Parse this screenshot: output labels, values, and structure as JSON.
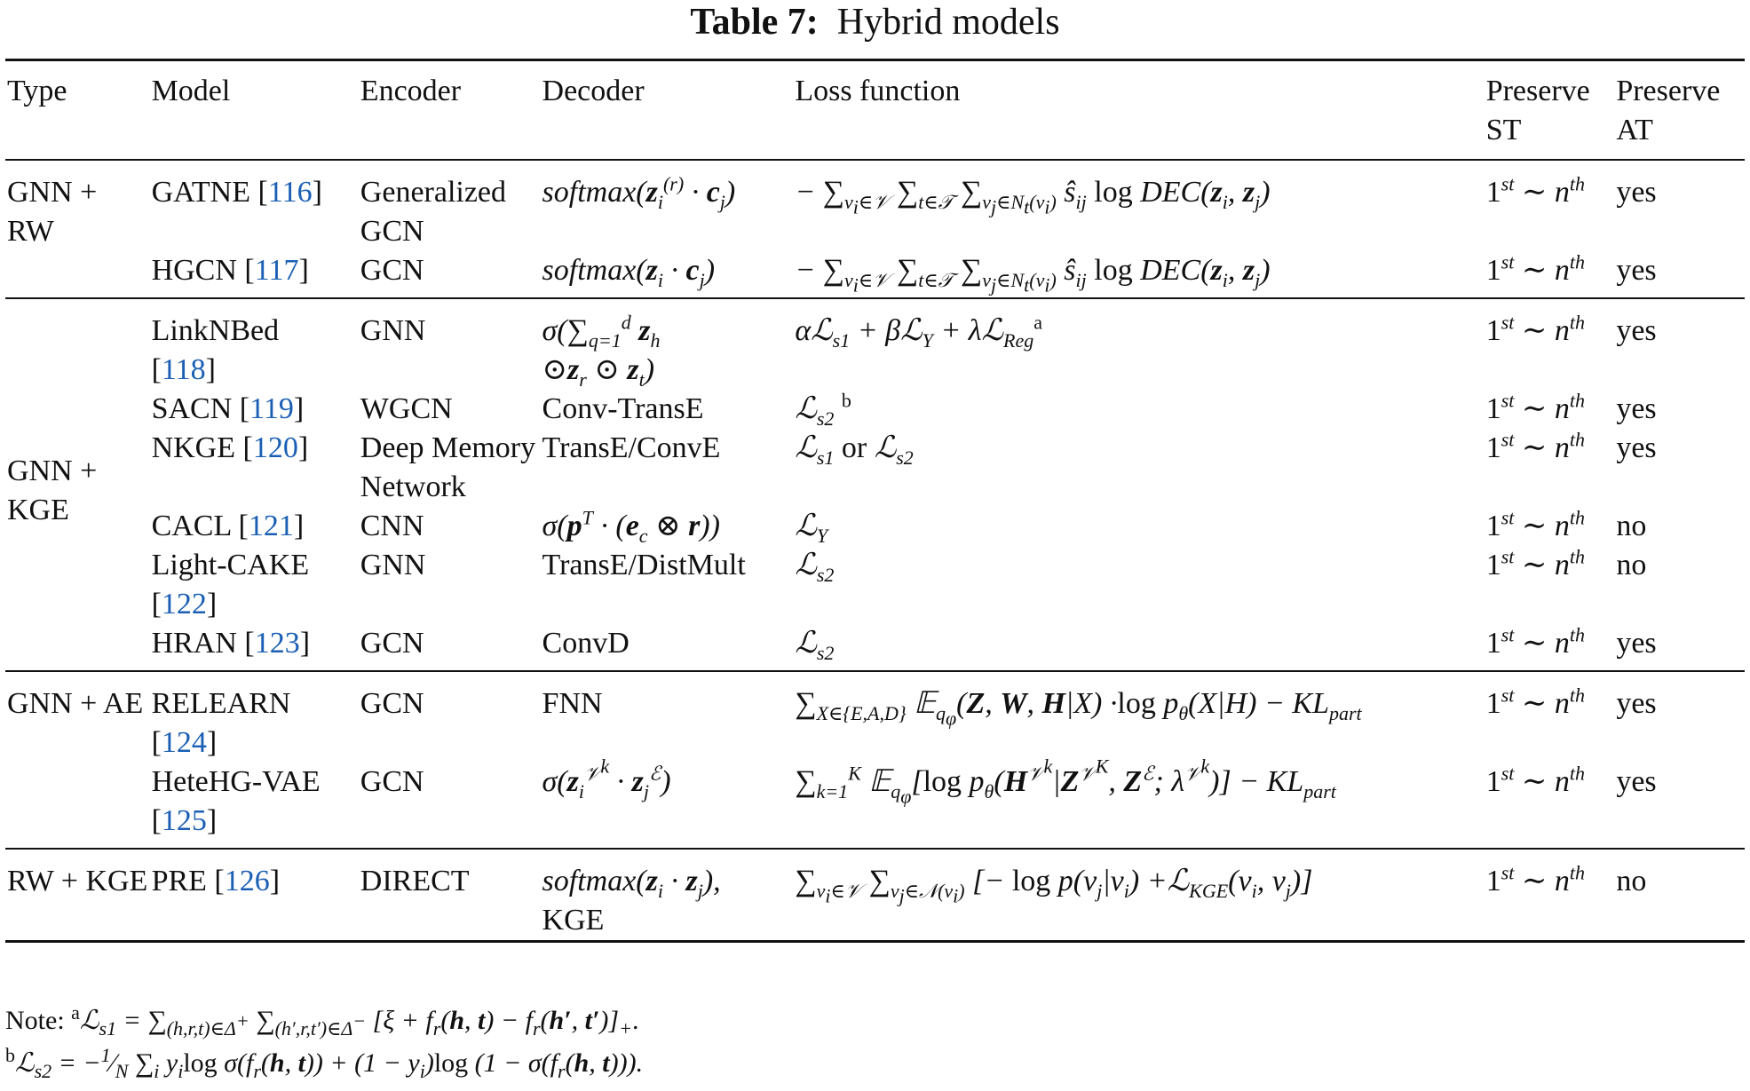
{
  "caption": {
    "label": "Table 7:",
    "title": "Hybrid models"
  },
  "columns": [
    "Type",
    "Model",
    "Encoder",
    "Decoder",
    "Loss function",
    "Preserve ST",
    "Preserve AT"
  ],
  "rows": [
    {
      "type": "GNN + RW",
      "model": "GATNE",
      "ref": "116",
      "encoder": "Generalized GCN",
      "decoder": "softmax(z_i^(r) · c_j)",
      "loss": "− Σ_{v_i∈V} Σ_{t∈T} Σ_{v_j∈N_t(v_i)} ŝ_ij log DEC(z_i, z_j)",
      "st": "1st ∼ nth",
      "at": "yes"
    },
    {
      "type": "",
      "model": "HGCN",
      "ref": "117",
      "encoder": "GCN",
      "decoder": "softmax(z_i · c_j)",
      "loss": "− Σ_{v_i∈V} Σ_{t∈T} Σ_{v_j∈N_t(v_i)} ŝ_ij log DEC(z_i, z_j)",
      "st": "1st ∼ nth",
      "at": "yes"
    },
    {
      "type": "GNN + KGE",
      "model": "LinkNBed",
      "ref": "118",
      "encoder": "GNN",
      "decoder": "σ(Σ_{q=1}^{d} z_h ⊙z_r ⊙ z_t)",
      "loss": "αL_s1 + βL_Y + λL_Reg a",
      "st": "1st ∼ nth",
      "at": "yes"
    },
    {
      "type": "",
      "model": "SACN",
      "ref": "119",
      "encoder": "WGCN",
      "decoder": "Conv-TransE",
      "loss": "L_s2 b",
      "st": "1st ∼ nth",
      "at": "yes"
    },
    {
      "type": "",
      "model": "NKGE",
      "ref": "120",
      "encoder": "Deep Memory Network",
      "decoder": "TransE/ConvE",
      "loss": "L_s1 or L_s2",
      "st": "1st ∼ nth",
      "at": "yes"
    },
    {
      "type": "",
      "model": "CACL",
      "ref": "121",
      "encoder": "CNN",
      "decoder": "σ(p^T · (e_c ⊗ r))",
      "loss": "L_Y",
      "st": "1st ∼ nth",
      "at": "no"
    },
    {
      "type": "",
      "model": "Light-CAKE",
      "ref": "122",
      "encoder": "GNN",
      "decoder": "TransE/DistMult",
      "loss": "L_s2",
      "st": "1st ∼ nth",
      "at": "no"
    },
    {
      "type": "",
      "model": "HRAN",
      "ref": "123",
      "encoder": "GCN",
      "decoder": "ConvD",
      "loss": "L_s2",
      "st": "1st ∼ nth",
      "at": "yes"
    },
    {
      "type": "GNN + AE",
      "model": "RELEARN",
      "ref": "124",
      "encoder": "GCN",
      "decoder": "FNN",
      "loss": "Σ_{X∈{E,A,D}} E_{q_φ}(Z, W, H|X) ·log p_θ(X|H) − KL_part",
      "st": "1st ∼ nth",
      "at": "yes"
    },
    {
      "type": "",
      "model": "HeteHG-VAE",
      "ref": "125",
      "encoder": "GCN",
      "decoder": "σ(z_i^{V^k} · z_j^E)",
      "loss": "Σ_{k=1}^{K} E_{q_φ}[log p_θ(H^{V^k}|Z^{V^K}, Z^E; λ^{V^k})] − KL_part",
      "st": "1st ∼ nth",
      "at": "yes"
    },
    {
      "type": "RW + KGE",
      "model": "PRE",
      "ref": "126",
      "encoder": "DIRECT",
      "decoder": "softmax(z_i · z_j), KGE",
      "loss": "Σ_{v_i∈V} Σ_{v_j∈N(v_i)} [− log p(v_j|v_i) +L_KGE(v_i, v_j)]",
      "st": "1st ∼ nth",
      "at": "no"
    }
  ],
  "notes": {
    "prefix": "Note:",
    "a": "a L_s1 = Σ_{(h,r,t)∈Δ+} Σ_{(h′,r,t′)∈Δ−} [ξ + f_r(h, t) − f_r(h′, t′)]_+.",
    "b": "b L_s2 = −(1/N) Σ_i y_i log σ(f_r(h, t)) + (1 − y_i) log (1 − σ(f_r(h, t)))."
  }
}
